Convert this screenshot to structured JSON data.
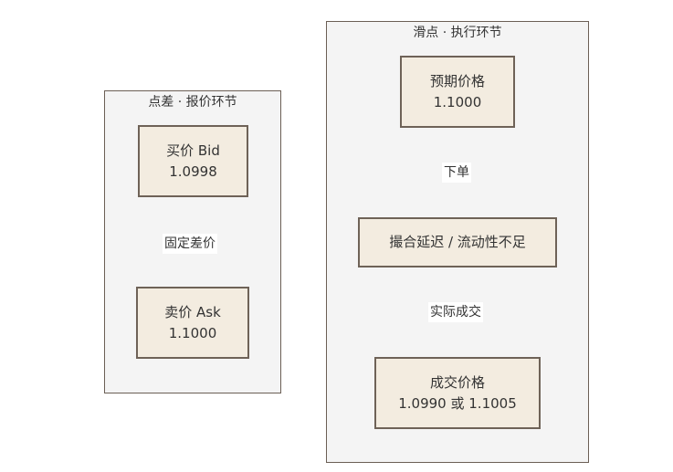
{
  "left_group": {
    "title": "点差 · 报价环节",
    "bid": {
      "label": "买价 Bid",
      "value": "1.0998"
    },
    "ask": {
      "label": "卖价 Ask",
      "value": "1.1000"
    },
    "edge_label": "固定差价"
  },
  "right_group": {
    "title": "滑点 · 执行环节",
    "expected": {
      "label": "预期价格",
      "value": "1.1000"
    },
    "matching": {
      "label": "撮合延迟 / 流动性不足"
    },
    "executed": {
      "label": "成交价格",
      "value": "1.0990 或 1.1005"
    },
    "edge_label_1": "下单",
    "edge_label_2": "实际成交"
  },
  "colors": {
    "panel_fill": "#f4f4f4",
    "panel_border": "#6b5f55",
    "node_fill": "#f3ece0",
    "node_border": "#6e6257",
    "edge": "#777777"
  }
}
